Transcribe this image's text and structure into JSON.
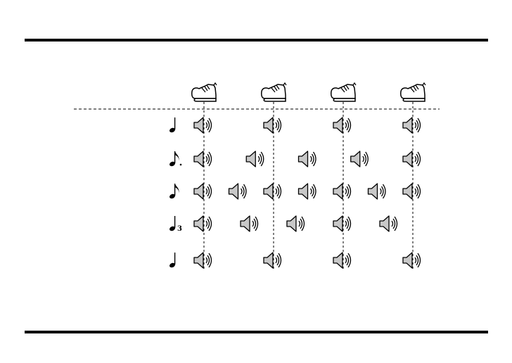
{
  "beats": 4,
  "colors": {
    "ink": "#000000",
    "speaker_fill": "#c8c8c8",
    "guide_line": "#000000"
  },
  "icons": {
    "beat_marker": "shoe-icon",
    "sound": "speaker-icon"
  },
  "rows": [
    {
      "note": "quarter-note",
      "subscript": "",
      "hits": [
        0,
        1,
        2,
        3
      ]
    },
    {
      "note": "dotted-eighth-note",
      "subscript": "",
      "hits": [
        0,
        0.75,
        1.5,
        2.25,
        3
      ]
    },
    {
      "note": "eighth-note",
      "subscript": "",
      "hits": [
        0,
        0.5,
        1,
        1.5,
        2,
        2.5,
        3
      ]
    },
    {
      "note": "quarter-note-triplet",
      "subscript": "3",
      "hits": [
        0,
        0.667,
        1.333,
        2,
        2.667
      ]
    },
    {
      "note": "quarter-note",
      "subscript": "",
      "hits": [
        0,
        1,
        2,
        3
      ]
    }
  ]
}
